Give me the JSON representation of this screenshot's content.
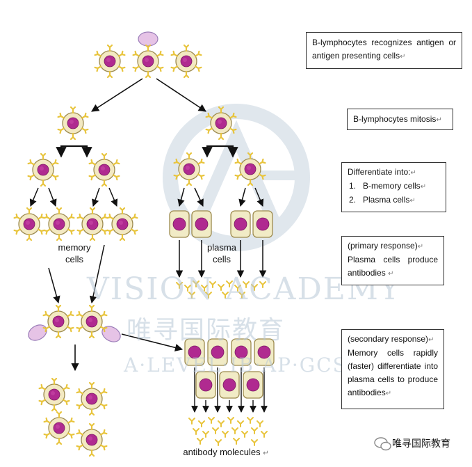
{
  "notes": {
    "recognize": "B-lymphocytes recognizes antigen or antigen presenting cells",
    "mitosis": "B-lymphocytes mitosis",
    "differentiate_title": "Differentiate into:",
    "differentiate_items": [
      "1.   B-memory cells",
      "2.   Plasma cells"
    ],
    "primary_title": "(primary response)",
    "primary_body": "Plasma cells produce antibodies",
    "secondary_title": "(secondary response)",
    "secondary_body": "Memory cells rapidly (faster) differentiate into plasma cells to produce antibodies",
    "return_mark": "↵"
  },
  "labels": {
    "memory_line1": "memory",
    "memory_line2": "cells",
    "plasma_line1": "plasma",
    "plasma_line2": "cells",
    "antibody": "antibody molecules"
  },
  "watermark": {
    "line1": "VISION ACADEMY",
    "line2": "唯寻国际教育",
    "line3": "A·LEVEL·IB·AP·GCSE"
  },
  "brand": "唯寻国际教育",
  "colors": {
    "cell_body": "#f3e9c2",
    "cell_outline": "#9c8a4e",
    "nucleus": "#b02a90",
    "receptor": "#e8c43c",
    "antigen": "#e6c3e6",
    "antigen_outline": "#9a7db8",
    "plasma_body": "#f1ebc6",
    "watermark": "#b8c8d6"
  }
}
